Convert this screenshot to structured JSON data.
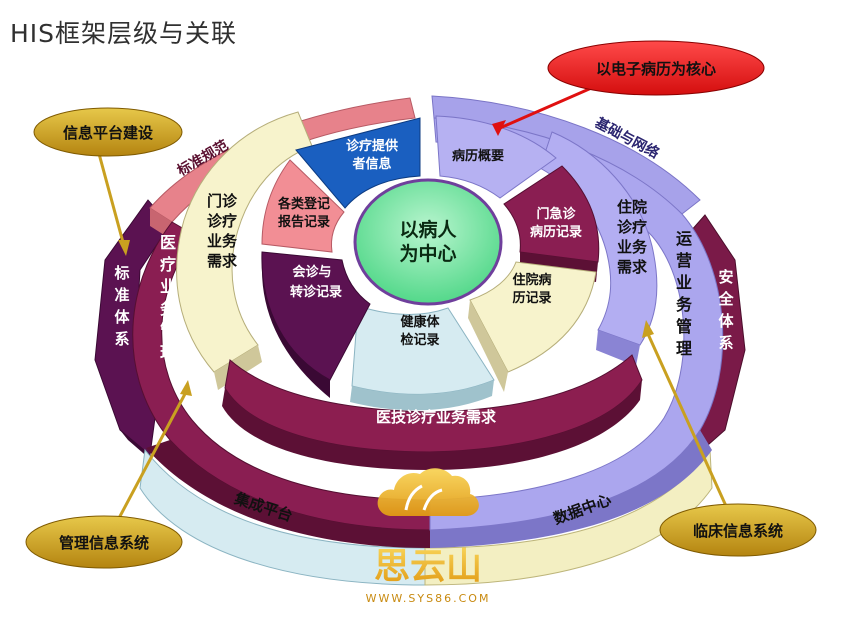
{
  "title": "HIS框架层级与关联",
  "center": {
    "line1": "以病人",
    "line2": "为中心"
  },
  "inner_segments": {
    "provider_info": [
      "诊疗提供",
      "者信息"
    ],
    "record_summary": [
      "病历概要"
    ],
    "outpatient_records": [
      "门急诊",
      "病历记录"
    ],
    "inpatient_records": [
      "住院病",
      "历记录"
    ],
    "health_checkup": [
      "健康体",
      "检记录"
    ],
    "consult_transfer": [
      "会诊与",
      "转诊记录"
    ],
    "registration_reports": [
      "各类登记",
      "报告记录"
    ]
  },
  "middle_ring": {
    "outpatient_needs": [
      "门诊",
      "诊疗",
      "业务",
      "需求"
    ],
    "inpatient_needs": [
      "住院",
      "诊疗",
      "业务",
      "需求"
    ],
    "medtech_needs": "医技诊疗业务需求"
  },
  "outer_ring": {
    "medical_mgmt": [
      "医",
      "疗",
      "业",
      "务",
      "管",
      "理"
    ],
    "operation_mgmt": [
      "运",
      "营",
      "业",
      "务",
      "管",
      "理"
    ],
    "integration_platform": "集成平台",
    "data_center": "数据中心",
    "arc_left_top": "标准规范",
    "arc_right_top": "基础与网络"
  },
  "side_ring": {
    "standards": [
      "标",
      "准",
      "体",
      "系"
    ],
    "security": [
      "安",
      "全",
      "体",
      "系"
    ]
  },
  "callouts": {
    "platform_construction": "信息平台建设",
    "emr_core": "以电子病历为核心",
    "management_system": "管理信息系统",
    "clinical_system": "临床信息系统"
  },
  "watermark": {
    "brand": "思云山",
    "url": "WWW.SYS86.COM"
  },
  "colors": {
    "maroon": "#7a1a48",
    "purple": "#5a1256",
    "lavender": "#a9a4ec",
    "cream": "#f6f2c8",
    "pink": "#ee8e92",
    "blue": "#1a5fc0",
    "green": "#7ee6a8",
    "callout_gold": "#c9a020",
    "callout_red": "#ee1c1c",
    "pale_blue": "#d8ecf2"
  }
}
